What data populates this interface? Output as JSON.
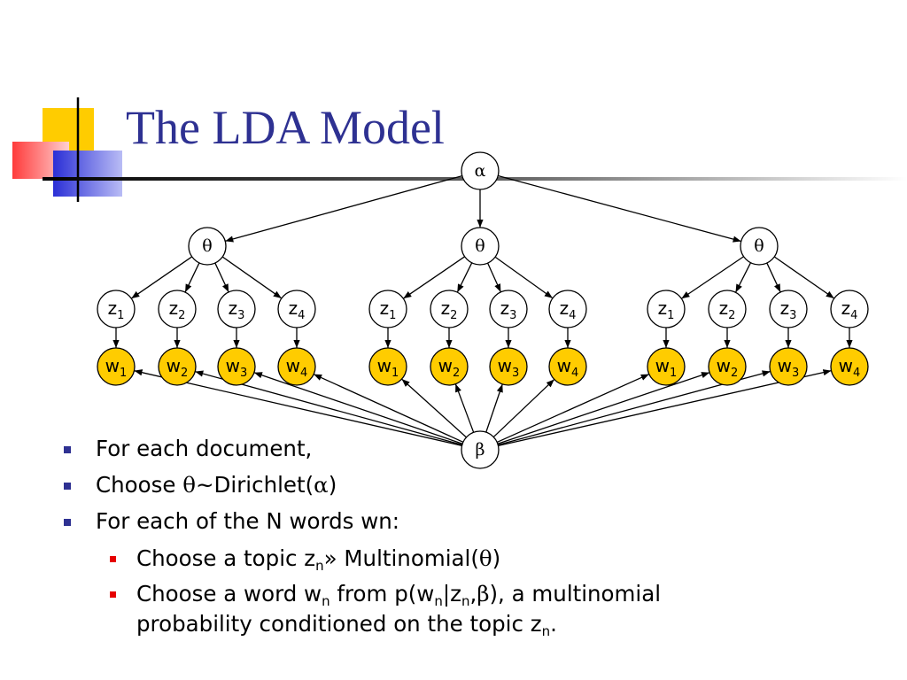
{
  "slide": {
    "title": "The LDA Model",
    "colors": {
      "title": "#2e3192",
      "word_node_fill": "#ffcc00",
      "bullet_lvl1": "#2e3192",
      "bullet_lvl2": "#e60000"
    }
  },
  "diagram": {
    "alpha": "α",
    "beta": "β",
    "documents": [
      {
        "theta": "θ",
        "z": [
          {
            "base": "z",
            "sub": "1"
          },
          {
            "base": "z",
            "sub": "2"
          },
          {
            "base": "z",
            "sub": "3"
          },
          {
            "base": "z",
            "sub": "4"
          }
        ],
        "w": [
          {
            "base": "w",
            "sub": "1"
          },
          {
            "base": "w",
            "sub": "2"
          },
          {
            "base": "w",
            "sub": "3"
          },
          {
            "base": "w",
            "sub": "4"
          }
        ]
      },
      {
        "theta": "θ",
        "z": [
          {
            "base": "z",
            "sub": "1"
          },
          {
            "base": "z",
            "sub": "2"
          },
          {
            "base": "z",
            "sub": "3"
          },
          {
            "base": "z",
            "sub": "4"
          }
        ],
        "w": [
          {
            "base": "w",
            "sub": "1"
          },
          {
            "base": "w",
            "sub": "2"
          },
          {
            "base": "w",
            "sub": "3"
          },
          {
            "base": "w",
            "sub": "4"
          }
        ]
      },
      {
        "theta": "θ",
        "z": [
          {
            "base": "z",
            "sub": "1"
          },
          {
            "base": "z",
            "sub": "2"
          },
          {
            "base": "z",
            "sub": "3"
          },
          {
            "base": "z",
            "sub": "4"
          }
        ],
        "w": [
          {
            "base": "w",
            "sub": "1"
          },
          {
            "base": "w",
            "sub": "2"
          },
          {
            "base": "w",
            "sub": "3"
          },
          {
            "base": "w",
            "sub": "4"
          }
        ]
      }
    ]
  },
  "bullets": {
    "b1": "For each document,",
    "b2_pre": "Choose ",
    "b2_theta": "θ",
    "b2_mid": "~Dirichlet(",
    "b2_alpha": "α",
    "b2_post": ")",
    "b3": "For each of the N words wn:",
    "b4_pre": "Choose a topic z",
    "b4_sub": "n",
    "b4_mid": "» Multinomial(",
    "b4_theta": "θ",
    "b4_post": ")",
    "b5_pre": "Choose a word w",
    "b5_sub1": "n",
    "b5_mid1": " from p(w",
    "b5_sub2": "n",
    "b5_mid2": "|z",
    "b5_sub3": "n",
    "b5_mid3": ",",
    "b5_beta": "β",
    "b5_post": "), a multinomial",
    "b6_pre": "probability conditioned on the topic z",
    "b6_sub": "n",
    "b6_post": "."
  }
}
